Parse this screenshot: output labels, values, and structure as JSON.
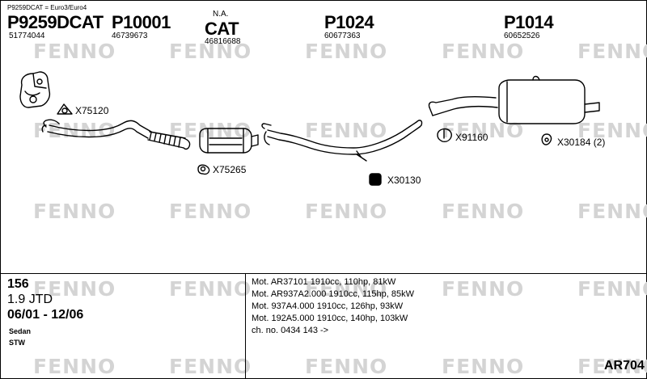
{
  "header": {
    "euro_note": "P9259DCAT = Euro3/Euro4",
    "watermark": "FENNO"
  },
  "parts": [
    {
      "code": "P9259DCAT",
      "number": "51774044"
    },
    {
      "code": "P10001",
      "number": "46739673"
    },
    {
      "code": "CAT",
      "prefix": "N.A.",
      "number": "46816688"
    },
    {
      "code": "P1024",
      "number": "60677363"
    },
    {
      "code": "P1014",
      "number": "60652526"
    }
  ],
  "accessories": [
    {
      "label": "X75120"
    },
    {
      "label": "X75265"
    },
    {
      "label": "X30130"
    },
    {
      "label": "X91160"
    },
    {
      "label": "X30184 (2)"
    }
  ],
  "vehicle": {
    "model": "156",
    "engine": "1.9 JTD",
    "dates": "06/01 - 12/06",
    "body1": "Sedan",
    "body2": "STW"
  },
  "motors": [
    "Mot. AR37101 1910cc, 110hp, 81kW",
    "Mot. AR937A2.000 1910cc, 115hp, 85kW",
    "Mot. 937A4.000 1910cc, 126hp, 93kW",
    "Mot. 192A5.000 1910cc, 140hp, 103kW",
    "ch. no. 0434 143 ->"
  ],
  "reference": "AR704"
}
